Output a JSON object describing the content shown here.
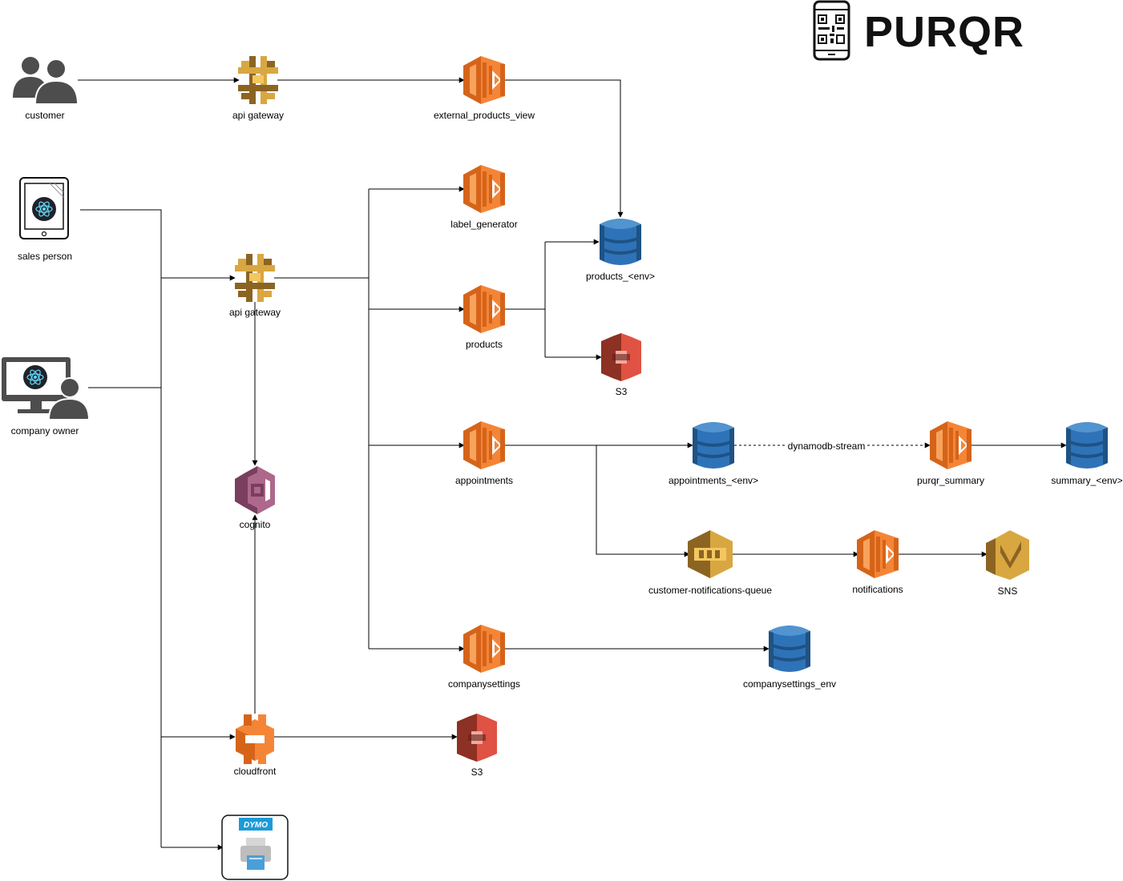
{
  "brand": {
    "name": "PURQR"
  },
  "nodes": {
    "customer": "customer",
    "api_gateway_top": "api gateway",
    "external_products_view": "external_products_view",
    "sales_person": "sales person",
    "label_generator": "label_generator",
    "products_table": "products_<env>",
    "api_gateway_main": "api gateway",
    "products": "products",
    "s3_products": "S3",
    "company_owner": "company owner",
    "appointments": "appointments",
    "appointments_table": "appointments_<env>",
    "purqr_summary": "purqr_summary",
    "summary_table": "summary_<env>",
    "cognito": "cognito",
    "customer_notifications_queue": "customer-notifications-queue",
    "notifications": "notifications",
    "sns": "SNS",
    "companysettings": "companysettings",
    "companysettings_table": "companysettings_env",
    "cloudfront": "cloudfront",
    "s3_cloudfront": "S3",
    "dymo_printer": "DYMO"
  },
  "edges": {
    "dynamodb_stream": "dynamodb-stream"
  },
  "colors": {
    "lambda": "#F58536",
    "lambda_dark": "#D5641A",
    "api_gateway": "#D9A741",
    "api_gateway_dark": "#8C6422",
    "dynamodb": "#2E73B8",
    "dynamodb_dark": "#1F5285",
    "s3": "#E05243",
    "s3_dark": "#8C3123",
    "cognito": "#AD688B",
    "cognito_dark": "#7A3E5E",
    "sqs": "#D9A741",
    "sns": "#D9A741",
    "cloudfront": "#F58536",
    "user_gray": "#4D4D4D",
    "react": "#61DAFB",
    "dymo_blue": "#1B9BD8"
  }
}
